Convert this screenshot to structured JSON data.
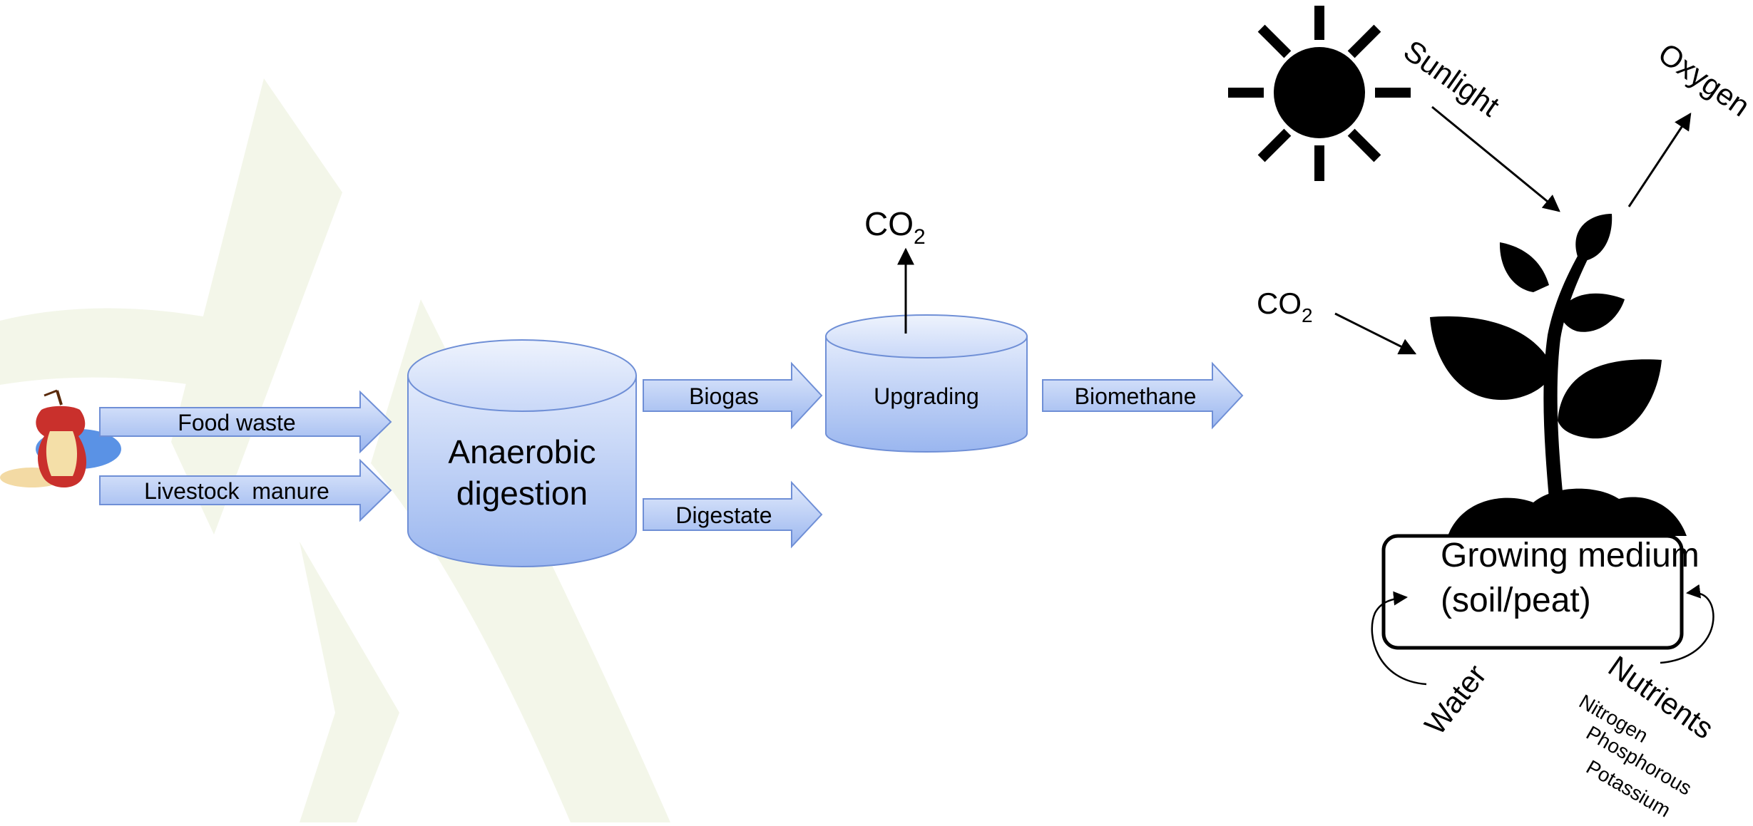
{
  "inputs": {
    "food_waste": "Food waste",
    "livestock_manure": "Livestock  manure"
  },
  "process": {
    "digester_line1": "Anaerobic",
    "digester_line2": "digestion",
    "biogas": "Biogas",
    "digestate": "Digestate",
    "upgrading": "Upgrading",
    "co2_main": "CO",
    "co2_sub": "2",
    "biomethane": "Biomethane"
  },
  "plant": {
    "sunlight": "Sunlight",
    "oxygen": "Oxygen",
    "co2_main": "CO",
    "co2_sub": "2",
    "medium_line1": "Growing medium",
    "medium_line2": "(soil/peat)",
    "water": "Water",
    "nutrients": "Nutrients",
    "nutrient_list": [
      "Nitrogen",
      "Phosphorous",
      "Potassium"
    ]
  },
  "colors": {
    "shape_top": "#dde7fb",
    "shape_bottom": "#9fb9f0",
    "shape_stroke": "#6f8fd6",
    "watermark": "#f3f6e9",
    "ink": "#000000"
  }
}
